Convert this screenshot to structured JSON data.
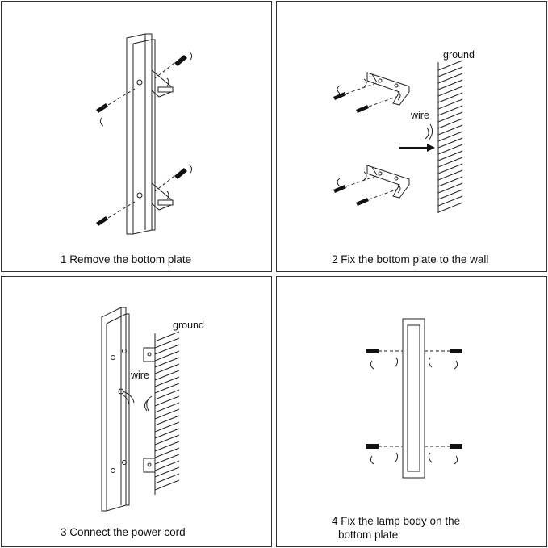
{
  "panels": [
    {
      "caption": "1 Remove the bottom plate"
    },
    {
      "caption": "2 Fix the bottom plate to the wall",
      "labels": {
        "ground": "ground",
        "wire": "wire"
      }
    },
    {
      "caption": "3 Connect the power cord",
      "labels": {
        "ground": "ground",
        "wire": "wire"
      }
    },
    {
      "caption_line1": "4 Fix the lamp body on the",
      "caption_line2": "bottom plate"
    }
  ],
  "icons": {
    "screwdriver": "screwdriver-icon",
    "arrow": "arrow-right-icon",
    "wall": "wall-hatch-icon"
  }
}
